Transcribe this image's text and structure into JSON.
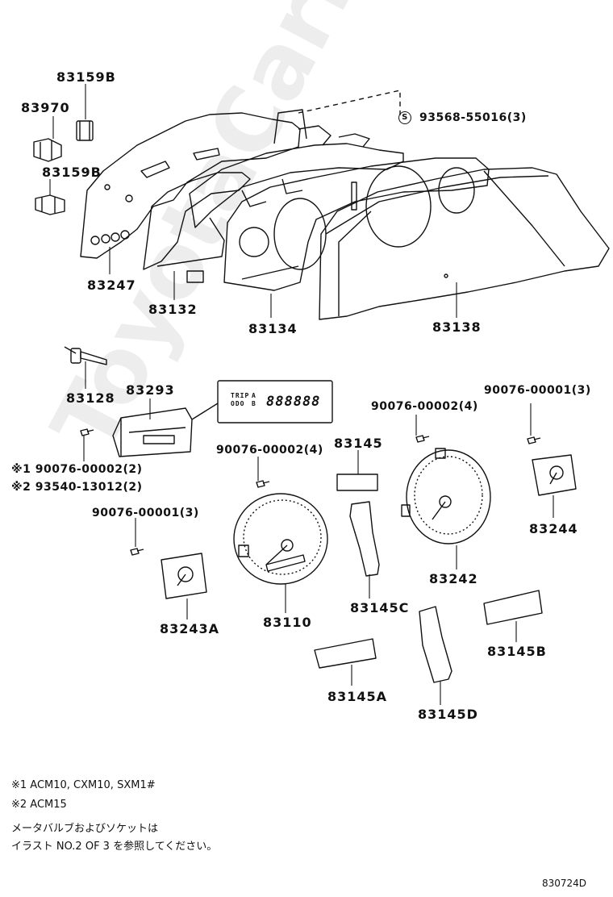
{
  "labels": {
    "p83159B_a": "83159B",
    "p83970": "83970",
    "p83159B_b": "83159B",
    "p83247": "83247",
    "p83132": "83132",
    "p83134": "83134",
    "p83138": "83138",
    "p93568": "93568-55016(3)",
    "p83128": "83128",
    "p83293": "83293",
    "p83145": "83145",
    "p83145A": "83145A",
    "p83145B": "83145B",
    "p83145C": "83145C",
    "p83145D": "83145D",
    "p83110": "83110",
    "p83242": "83242",
    "p83243A": "83243A",
    "p83244": "83244",
    "s_00002_a": "90076-00002(4)",
    "s_00002_b": "90076-00002(4)",
    "s_00001_a": "90076-00001(3)",
    "s_00001_b": "90076-00001(3)",
    "s_note1": "※1 90076-00002(2)",
    "s_note2": "※2 93540-13012(2)"
  },
  "screw_symbol": "S",
  "lcd": {
    "trip": "TRIP",
    "odo": "ODO",
    "a": "A",
    "b": "B",
    "digits": "888888"
  },
  "notes": {
    "line1": "※1   ACM10, CXM10, SXM1#",
    "line2": "※2   ACM15",
    "line3": "メータバルブおよびソケットは",
    "line4": "イラスト NO.2 OF 3 を参照してください。"
  },
  "figure_id": "830724D",
  "watermark": "ToyotaCarMine.ru"
}
